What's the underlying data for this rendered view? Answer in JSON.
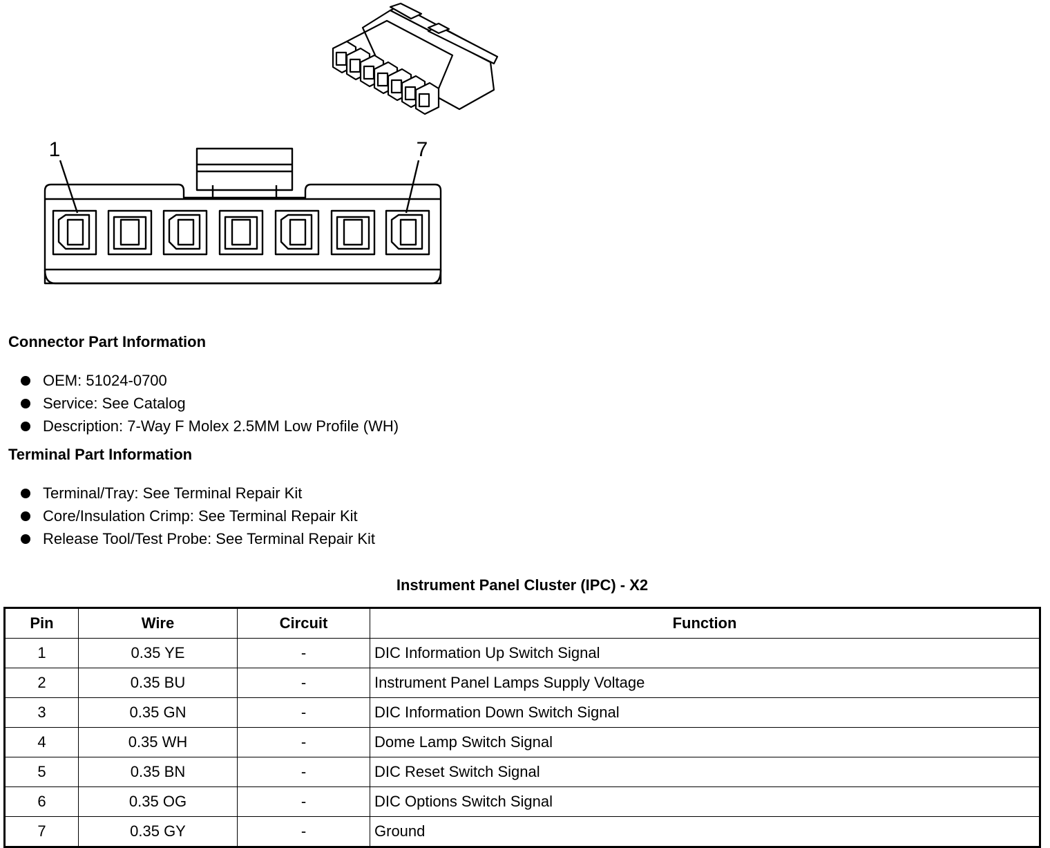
{
  "diagram": {
    "pin_labels": [
      "1",
      "7"
    ]
  },
  "connector_info": {
    "heading": "Connector Part Information",
    "items": [
      "OEM: 51024-0700",
      "Service: See Catalog",
      "Description: 7-Way F Molex 2.5MM Low Profile (WH)"
    ]
  },
  "terminal_info": {
    "heading": "Terminal Part Information",
    "items": [
      "Terminal/Tray: See Terminal Repair Kit",
      "Core/Insulation Crimp: See Terminal Repair Kit",
      "Release Tool/Test Probe: See Terminal Repair Kit"
    ]
  },
  "pin_table": {
    "title": "Instrument Panel Cluster (IPC) - X2",
    "headers": [
      "Pin",
      "Wire",
      "Circuit",
      "Function"
    ],
    "rows": [
      [
        "1",
        "0.35 YE",
        "-",
        "DIC Information Up Switch Signal"
      ],
      [
        "2",
        "0.35 BU",
        "-",
        "Instrument Panel Lamps Supply Voltage"
      ],
      [
        "3",
        "0.35 GN",
        "-",
        "DIC Information Down Switch Signal"
      ],
      [
        "4",
        "0.35 WH",
        "-",
        "Dome Lamp Switch Signal"
      ],
      [
        "5",
        "0.35 BN",
        "-",
        "DIC Reset Switch Signal"
      ],
      [
        "6",
        "0.35 OG",
        "-",
        "DIC Options Switch Signal"
      ],
      [
        "7",
        "0.35 GY",
        "-",
        "Ground"
      ]
    ]
  }
}
